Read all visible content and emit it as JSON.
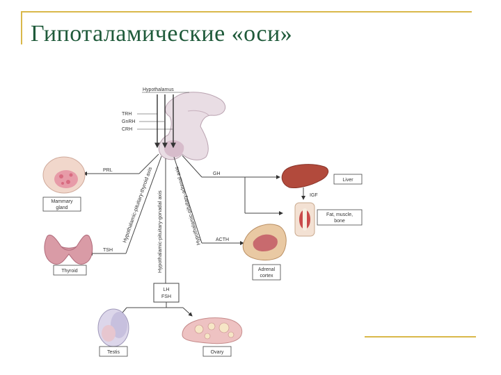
{
  "title": "Гипоталамические «оси»",
  "diagram": {
    "hypothalamus": "Hypothalamus",
    "releasing_hormones": [
      "TRH",
      "GnRH",
      "CRH"
    ],
    "axes": {
      "thyroid": "Hypothalamic-pituitary-thyroid axis",
      "gonadal": "Hypothalamic-pituitary-gonadal axis",
      "adrenal": "Hypothalamic-pituitary-adrenal axis"
    },
    "hormones": {
      "prl": "PRL",
      "gh": "GH",
      "igf": "IGF",
      "tsh": "TSH",
      "acth": "ACTH",
      "lh_fsh": [
        "LH",
        "FSH"
      ]
    },
    "targets": {
      "mammary": [
        "Mammary",
        "gland"
      ],
      "liver": "Liver",
      "fat": [
        "Fat, muscle,",
        "bone"
      ],
      "thyroid": "Thyroid",
      "adrenal": [
        "Adrenal",
        "cortex"
      ],
      "testis": "Testis",
      "ovary": "Ovary"
    }
  }
}
